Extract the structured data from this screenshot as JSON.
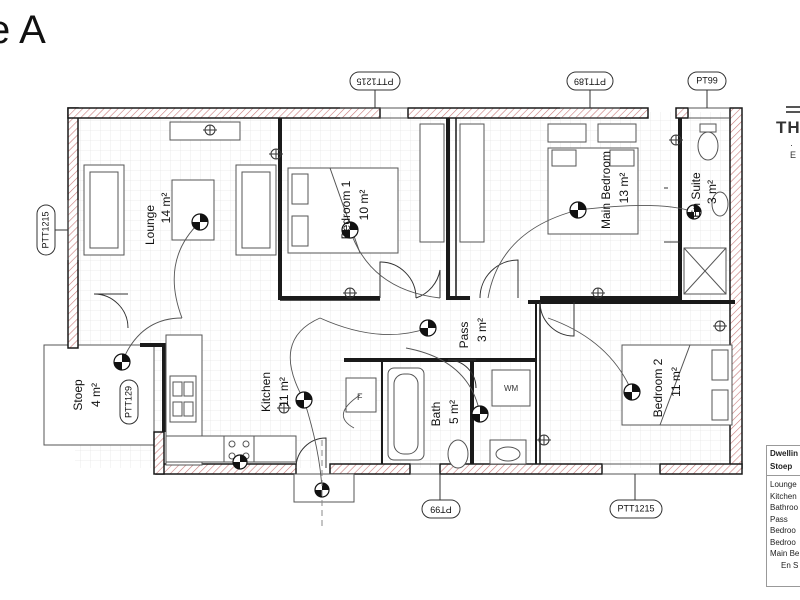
{
  "page": {
    "title": "e A"
  },
  "brand": {
    "name": "TH",
    "sub": "· E"
  },
  "rooms": {
    "lounge": {
      "name": "Lounge",
      "area": "14 m²"
    },
    "bedroom1": {
      "name": "Bedroom 1",
      "area": "10 m²"
    },
    "main_bedroom": {
      "name": "Main Bedroom",
      "area": "13 m²"
    },
    "ensuite": {
      "name": "En Suite",
      "area": "3 m²"
    },
    "pass": {
      "name": "Pass",
      "area": "3 m²"
    },
    "kitchen": {
      "name": "Kitchen",
      "area": "11 m²"
    },
    "bath": {
      "name": "Bath",
      "area": "5 m²"
    },
    "bedroom2": {
      "name": "Bedroom 2",
      "area": "11 m²"
    },
    "stoep": {
      "name": "Stoep",
      "area": "4 m²"
    }
  },
  "tags": {
    "ptt1215_top": "PTT1215",
    "ptt189": "PTT189",
    "pt99_top": "PT99",
    "ptt1215_left": "PTT1215",
    "ptt129": "PTT129",
    "pt99_bottom": "PT99",
    "ptt1215_bottom": "PTT1215"
  },
  "fixtures": {
    "washer": "WM",
    "fridge": "F"
  },
  "legend": {
    "header_line1": "Dwellin",
    "header_line2": "Stoep",
    "rows": [
      "Lounge",
      "Kitchen",
      "Bathroo",
      "Pass",
      "Bedroo",
      "Bedroo",
      "Main Be",
      "En S"
    ]
  },
  "colors": {
    "wall": "#1a1a1a",
    "wall_hatch": "#c87a7a",
    "grid": "#e6e6e6",
    "line": "#555555"
  }
}
